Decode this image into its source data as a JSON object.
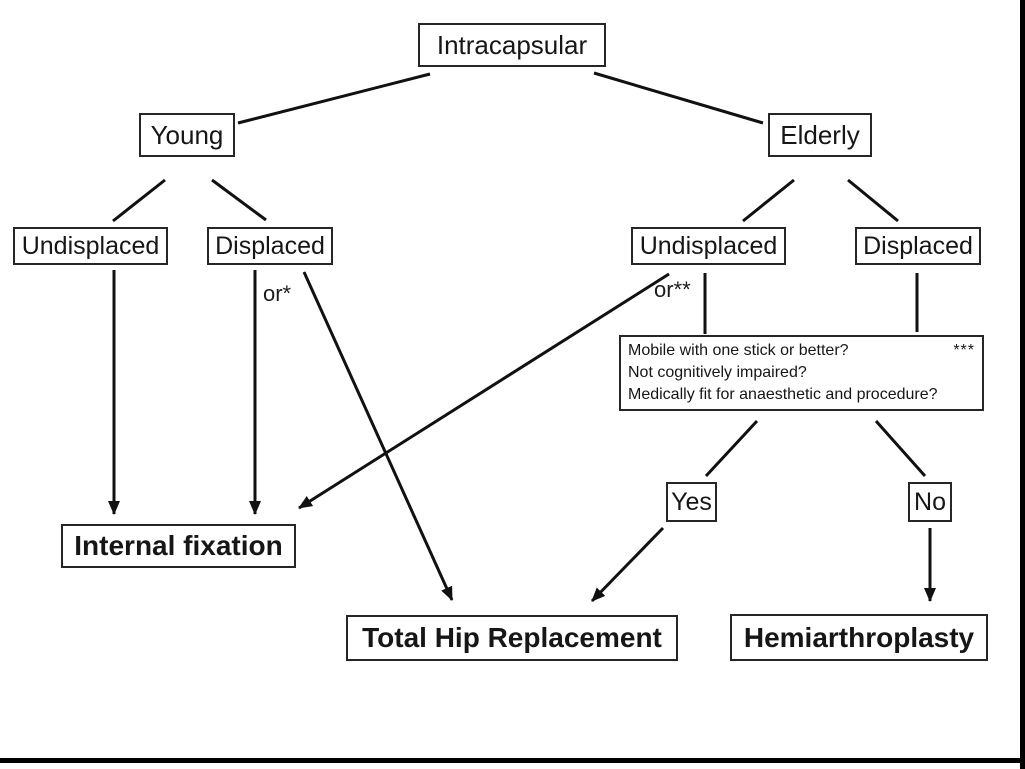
{
  "diagram": {
    "title_node": "Intracapsular",
    "topic": "intracapsular-hip-fracture-treatment-flowchart"
  },
  "nodes": {
    "intracapsular": {
      "label": "Intracapsular"
    },
    "young": {
      "label": "Young"
    },
    "elderly": {
      "label": "Elderly"
    },
    "undisplaced_young": {
      "label": "Undisplaced"
    },
    "displaced_young": {
      "label": "Displaced"
    },
    "undisplaced_elderly": {
      "label": "Undisplaced"
    },
    "displaced_elderly": {
      "label": "Displaced"
    },
    "yes": {
      "label": "Yes"
    },
    "no": {
      "label": "No"
    },
    "internal_fixation": {
      "label": "Internal fixation"
    },
    "total_hip_replacement": {
      "label": "Total Hip Replacement"
    },
    "hemiarthroplasty": {
      "label": "Hemiarthroplasty"
    }
  },
  "criteria": {
    "lines": [
      "Mobile with one stick or better?",
      "Not cognitively impaired?",
      "Medically fit for anaesthetic and procedure?"
    ],
    "stars": "***"
  },
  "edge_labels": {
    "or_young": "or*",
    "or_elderly": "or**"
  },
  "connections": [
    {
      "from": "intracapsular",
      "to": "young",
      "arrow": false
    },
    {
      "from": "intracapsular",
      "to": "elderly",
      "arrow": false
    },
    {
      "from": "young",
      "to": "undisplaced_young",
      "arrow": false
    },
    {
      "from": "young",
      "to": "displaced_young",
      "arrow": false
    },
    {
      "from": "elderly",
      "to": "undisplaced_elderly",
      "arrow": false
    },
    {
      "from": "elderly",
      "to": "displaced_elderly",
      "arrow": false
    },
    {
      "from": "undisplaced_young",
      "to": "internal_fixation",
      "arrow": true
    },
    {
      "from": "displaced_young",
      "to": "internal_fixation",
      "arrow": true,
      "label": "or*"
    },
    {
      "from": "displaced_young",
      "to": "total_hip_replacement",
      "arrow": true
    },
    {
      "from": "undisplaced_elderly",
      "to": "internal_fixation",
      "arrow": true,
      "label": "or**"
    },
    {
      "from": "undisplaced_elderly",
      "to": "criteria",
      "arrow": false
    },
    {
      "from": "displaced_elderly",
      "to": "criteria",
      "arrow": false
    },
    {
      "from": "criteria",
      "to": "yes",
      "arrow": false
    },
    {
      "from": "criteria",
      "to": "no",
      "arrow": false
    },
    {
      "from": "yes",
      "to": "total_hip_replacement",
      "arrow": true
    },
    {
      "from": "no",
      "to": "hemiarthroplasty",
      "arrow": true
    }
  ],
  "colors": {
    "background": "#ffffff",
    "line": "#111111",
    "border": "#262626",
    "text": "#161616",
    "frame": "#000000"
  }
}
